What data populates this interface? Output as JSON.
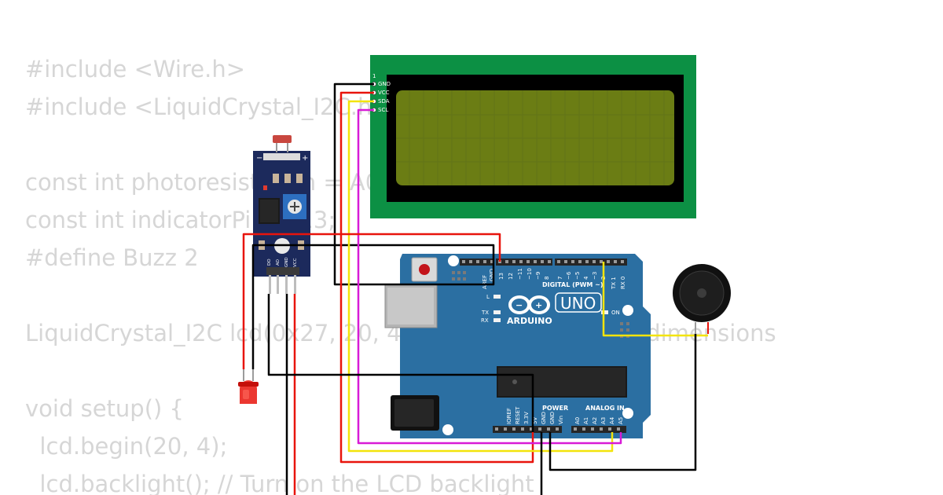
{
  "code": {
    "lines": [
      "#include <Wire.h>",
      "#include <LiquidCrystal_I2C.h>",
      "",
      "const int photoresistorPin = A0;",
      "const int indicatorPin = 13;",
      "#define Buzz 2",
      "",
      "LiquidCrystal_I2C lcd(0x27, 20, 4);  // I2C address and dimensions",
      "",
      "void setup() {",
      "  lcd.begin(20, 4);",
      "  lcd.backlight(); // Turn on the LCD backlight"
    ]
  },
  "lcd": {
    "pins": [
      "1",
      "GND",
      "VCC",
      "SDA",
      "SCL"
    ],
    "screen_color": "#6b7d14",
    "board_color": "#0c9044"
  },
  "arduino": {
    "brand": "ARDUINO",
    "model": "UNO",
    "on_label": "ON",
    "digital_header": "DIGITAL (PWM ~)",
    "power_header": "POWER",
    "analog_header": "ANALOG IN",
    "digital_pins": [
      "AREF",
      "GND",
      "13",
      "12",
      "~11",
      "~10",
      "~9",
      "8",
      "7",
      "~6",
      "~5",
      "4",
      "~3",
      "2",
      "TX 1",
      "RX 0"
    ],
    "power_pins": [
      "IOREF",
      "RESET",
      "3.3V",
      "5V",
      "GND",
      "GND",
      "Vin"
    ],
    "analog_pins": [
      "A0",
      "A1",
      "A2",
      "A3",
      "A4",
      "A5"
    ],
    "leds": [
      "L",
      "TX",
      "RX"
    ],
    "board_color": "#2b6fa2"
  },
  "ldr_module": {
    "pins": [
      "DO",
      "AO",
      "GND",
      "VCC"
    ],
    "minus": "−",
    "plus": "+",
    "board_color": "#1c2a5c"
  },
  "wire_colors": {
    "red": "#e8140c",
    "black": "#000000",
    "yellow": "#f3e40b",
    "magenta": "#d81bd6"
  }
}
